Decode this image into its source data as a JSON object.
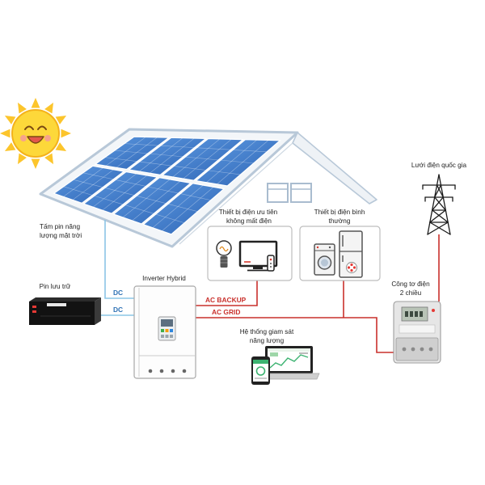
{
  "labels": {
    "solar_panel": [
      "Tấm pin năng",
      "lượng mặt trời"
    ],
    "battery": "Pin lưu trữ",
    "dc_panel": "DC",
    "dc_battery": "DC",
    "inverter": "Inverter Hybrid",
    "ac_backup": "AC BACKUP",
    "ac_grid": "AC GRID",
    "priority_devices": [
      "Thiết bị điện ưu tiên",
      "không mất điện"
    ],
    "normal_devices": [
      "Thiết bị điện bình",
      "thường"
    ],
    "grid": "Lưới điện quốc gia",
    "meter": [
      "Công tơ điện",
      "2 chiều"
    ],
    "monitoring": [
      "Hệ thống giam sát",
      "năng lượng"
    ]
  },
  "icons": {
    "sun": "sun-icon",
    "house": "house-icon",
    "solar_panels": "solar-panel-icon",
    "battery": "battery-icon",
    "inverter": "inverter-icon",
    "light_bulb": "light-bulb-icon",
    "tv": "tv-icon",
    "remote": "remote-icon",
    "washing_machine": "washing-machine-icon",
    "refrigerator": "refrigerator-icon",
    "power_tower": "power-tower-icon",
    "meter": "electric-meter-icon",
    "laptop": "laptop-icon",
    "smartphone": "smartphone-icon"
  },
  "colors": {
    "dc_line": "#8cc5e6",
    "dc_text": "#2f72b5",
    "ac_line": "#c9302c",
    "panel": "#3a77cc",
    "sun": "#fcd43a"
  }
}
